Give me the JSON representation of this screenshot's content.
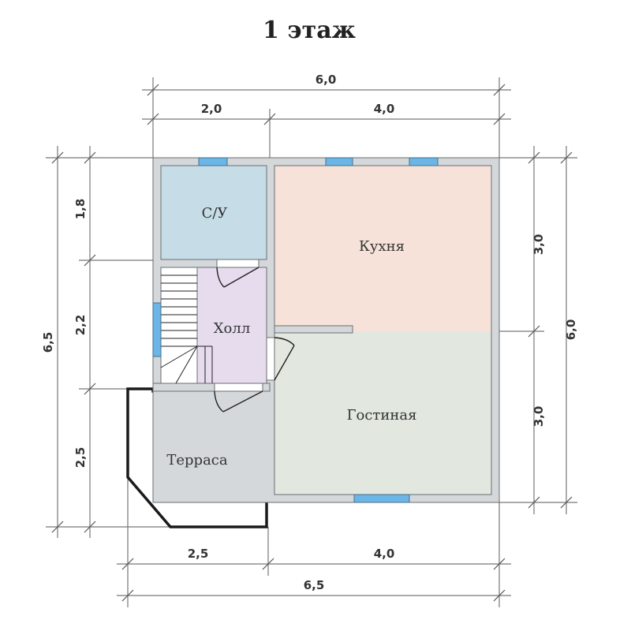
{
  "title": "1 этаж",
  "dimensions": {
    "top_total": "6,0",
    "top_left": "2,0",
    "top_right": "4,0",
    "left_total": "6,5",
    "left_top": "1,8",
    "left_middle": "2,2",
    "left_bottom": "2,5",
    "right_top": "3,0",
    "right_bottom": "3,0",
    "right_total": "6,0",
    "bottom_left": "2,5",
    "bottom_right": "4,0",
    "bottom_total": "6,5"
  },
  "rooms": {
    "bathroom": "С/У",
    "kitchen": "Кухня",
    "hall": "Холл",
    "living": "Гостиная",
    "terrace": "Терраса"
  },
  "colors": {
    "bathroom": "#c6dde8",
    "kitchen": "#f6e2d8",
    "hall": "#e6dcee",
    "living": "#e2e8e0",
    "wall": "#d5d8db",
    "window": "#6bb6e6"
  }
}
